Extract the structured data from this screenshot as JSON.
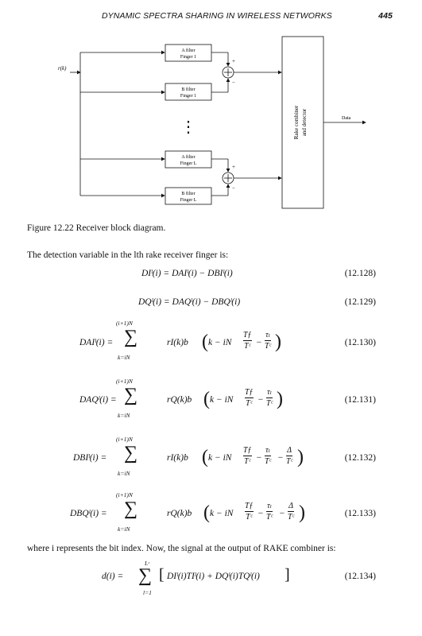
{
  "header": {
    "title": "DYNAMIC SPECTRA SHARING IN WIRELESS NETWORKS",
    "page_number": "445"
  },
  "diagram": {
    "input_label": "r(k)",
    "blocks": [
      {
        "line1": "A filter",
        "line2": "Finger 1"
      },
      {
        "line1": "B filter",
        "line2": "Finger 1"
      },
      {
        "line1": "A filter",
        "line2": "Finger L"
      },
      {
        "line1": "B filter",
        "line2": "Finger L"
      }
    ],
    "plus": "+",
    "minus": "−",
    "ellipsis": "⋮",
    "combiner_line1": "Rake combiner",
    "combiner_line2": "and detector",
    "output_label": "Data"
  },
  "caption": "Figure 12.22  Receiver block diagram.",
  "intro": "The detection variable in the lth rake receiver finger is:",
  "equations": {
    "e128": {
      "text": "DIˡ(i) = DAIˡ(i) − DBIˡ(i)",
      "number": "(12.128)"
    },
    "e129": {
      "text": "DQˡ(i) = DAQˡ(i) − DBQˡ(i)",
      "number": "(12.129)"
    },
    "e130": {
      "lhs": "DAIˡ(i) =",
      "body": "rI(k)b",
      "inner": "k − iN",
      "number": "(12.130)"
    },
    "e131": {
      "lhs": "DAQˡ(i) =",
      "body": "rQ(k)b",
      "inner": "k − iN",
      "number": "(12.131)"
    },
    "e132": {
      "lhs": "DBIˡ(i) =",
      "body": "rI(k)b",
      "inner": "k − iN",
      "number": "(12.132)"
    },
    "e133": {
      "lhs": "DBQˡ(i) =",
      "body": "rQ(k)b",
      "inner": "k − iN",
      "number": "(12.133)"
    },
    "upper_limit": "(i+1)N",
    "lower_limit": "k=iN",
    "tf": "Tƒ",
    "tc": "Tᶜ",
    "taul": "τₗ",
    "delta": "Δ",
    "e134": {
      "lhs": "d(i) =",
      "body": "DIˡ(i)TIˡ(i) + DQˡ(i)TQˡ(i)",
      "upper": "Lᶜ",
      "lower": "l=1",
      "number": "(12.134)"
    }
  },
  "paragraph": "where i represents the bit index. Now, the signal at the output of RAKE combiner is:"
}
